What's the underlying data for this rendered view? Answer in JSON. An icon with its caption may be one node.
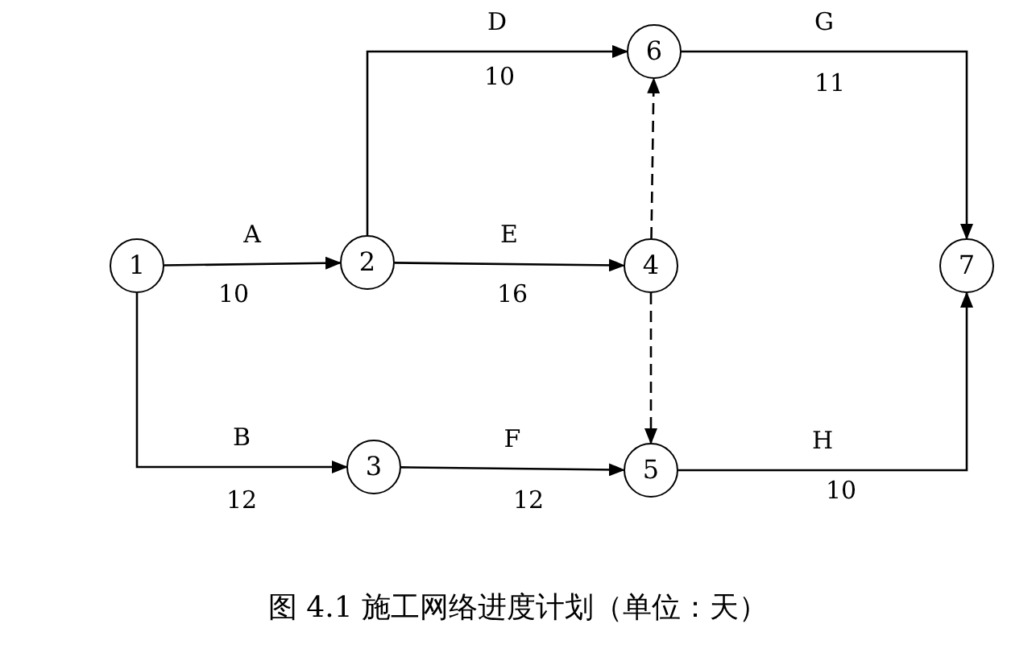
{
  "diagram": {
    "caption": "图 4.1 施工网络进度计划（单位：天）",
    "nodes": [
      {
        "text": [
          "1"
        ]
      },
      {
        "text": [
          "2"
        ]
      },
      {
        "text": [
          "3"
        ]
      },
      {
        "text": [
          "4"
        ]
      },
      {
        "text": [
          "5"
        ]
      },
      {
        "text": [
          "6"
        ]
      },
      {
        "text": [
          "7"
        ]
      }
    ],
    "edges": [
      {
        "from": 0,
        "to": 1,
        "arrow": "to",
        "label": "A"
      },
      {
        "from": 1,
        "to": 5,
        "arrow": "to",
        "label": "D"
      },
      {
        "from": 5,
        "to": 6,
        "arrow": "to",
        "label": "G"
      },
      {
        "from": 1,
        "to": 3,
        "arrow": "to",
        "label": "E"
      },
      {
        "from": 3,
        "to": 5,
        "arrow": "to",
        "style": "dashed"
      },
      {
        "from": 3,
        "to": 4,
        "arrow": "to",
        "style": "dashed"
      },
      {
        "from": 0,
        "to": 2,
        "arrow": "to",
        "label": "B"
      },
      {
        "from": 2,
        "to": 4,
        "arrow": "to",
        "label": "F"
      },
      {
        "from": 4,
        "to": 6,
        "arrow": "to",
        "label": "H"
      }
    ],
    "labels": [
      "10",
      "11",
      "10",
      "16",
      "12",
      "12",
      "10"
    ]
  }
}
